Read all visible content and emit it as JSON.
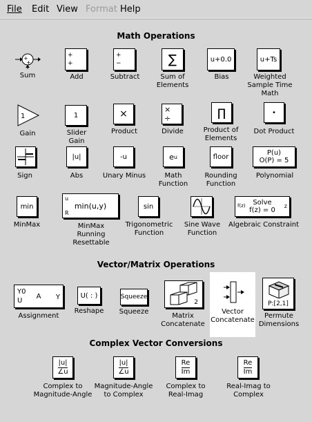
{
  "menu": {
    "file": "File",
    "edit": "Edit",
    "view": "View",
    "format": "Format",
    "help": "Help"
  },
  "sections": {
    "math": "Math Operations",
    "vector": "Vector/Matrix Operations",
    "complex": "Complex Vector Conversions"
  },
  "blocks": {
    "sum": {
      "label": "Sum"
    },
    "add": {
      "label": "Add",
      "icon": [
        "+",
        "+"
      ]
    },
    "subtract": {
      "label": "Subtract",
      "icon": [
        "+",
        "−"
      ]
    },
    "sum_elements": {
      "label": "Sum of\nElements",
      "icon": "∑"
    },
    "bias": {
      "label": "Bias",
      "icon": "u+0.0"
    },
    "weighted": {
      "label": "Weighted\nSample Time\nMath",
      "icon": "u+Ts"
    },
    "gain": {
      "label": "Gain",
      "icon": "1"
    },
    "slider_gain": {
      "label": "Slider\nGain",
      "icon": "1"
    },
    "product": {
      "label": "Product",
      "icon": "×"
    },
    "divide": {
      "label": "Divide",
      "icon": [
        "×",
        "÷"
      ]
    },
    "product_elements": {
      "label": "Product of\nElements",
      "icon": "∏"
    },
    "dot_product": {
      "label": "Dot Product",
      "icon": "•"
    },
    "sign": {
      "label": "Sign"
    },
    "abs": {
      "label": "Abs",
      "icon": "|u|"
    },
    "unary_minus": {
      "label": "Unary Minus",
      "icon": "-u"
    },
    "math_function": {
      "label": "Math\nFunction",
      "icon_base": "e",
      "icon_sup": "u"
    },
    "rounding": {
      "label": "Rounding\nFunction",
      "icon": "floor"
    },
    "polynomial": {
      "label": "Polynomial",
      "icon": [
        "P(u)",
        "O(P) = 5"
      ]
    },
    "minmax": {
      "label": "MinMax",
      "icon": "min"
    },
    "minmax_resettable": {
      "label": "MinMax\nRunning\nResettable",
      "icon": "min(u,y)",
      "port_u": "u",
      "port_r": "R"
    },
    "trig": {
      "label": "Trigonometric\nFunction",
      "icon": "sin"
    },
    "sine_wave": {
      "label": "Sine Wave\nFunction"
    },
    "algebraic": {
      "label": "Algebraic Constraint",
      "icon": [
        "Solve",
        "f(z) = 0"
      ],
      "port_in": "f(z)",
      "port_out": "z"
    },
    "assignment": {
      "label": "Assignment",
      "port_y0": "Y0",
      "port_u": "U",
      "center": "A",
      "port_y": "Y"
    },
    "reshape": {
      "label": "Reshape",
      "icon": "U( : )"
    },
    "squeeze": {
      "label": "Squeeze",
      "icon": "Squeeze"
    },
    "matrix_concat": {
      "label": "Matrix\nConcatenate",
      "icon": "2"
    },
    "vector_concat": {
      "label": "Vector\nConcatenate"
    },
    "permute": {
      "label": "Permute\nDimensions",
      "icon": "P:[2,1]"
    },
    "complex_mag": {
      "label": "Complex to\nMagnitude-Angle",
      "icon": [
        "|u|",
        "∠u"
      ]
    },
    "mag_complex": {
      "label": "Magnitude-Angle\nto Complex",
      "icon": [
        "|u|",
        "∠u"
      ]
    },
    "complex_real": {
      "label": "Complex to\nReal-Imag",
      "icon": [
        "Re",
        "Im"
      ]
    },
    "real_complex": {
      "label": "Real-Imag to\nComplex",
      "icon": [
        "Re",
        "Im"
      ]
    }
  }
}
